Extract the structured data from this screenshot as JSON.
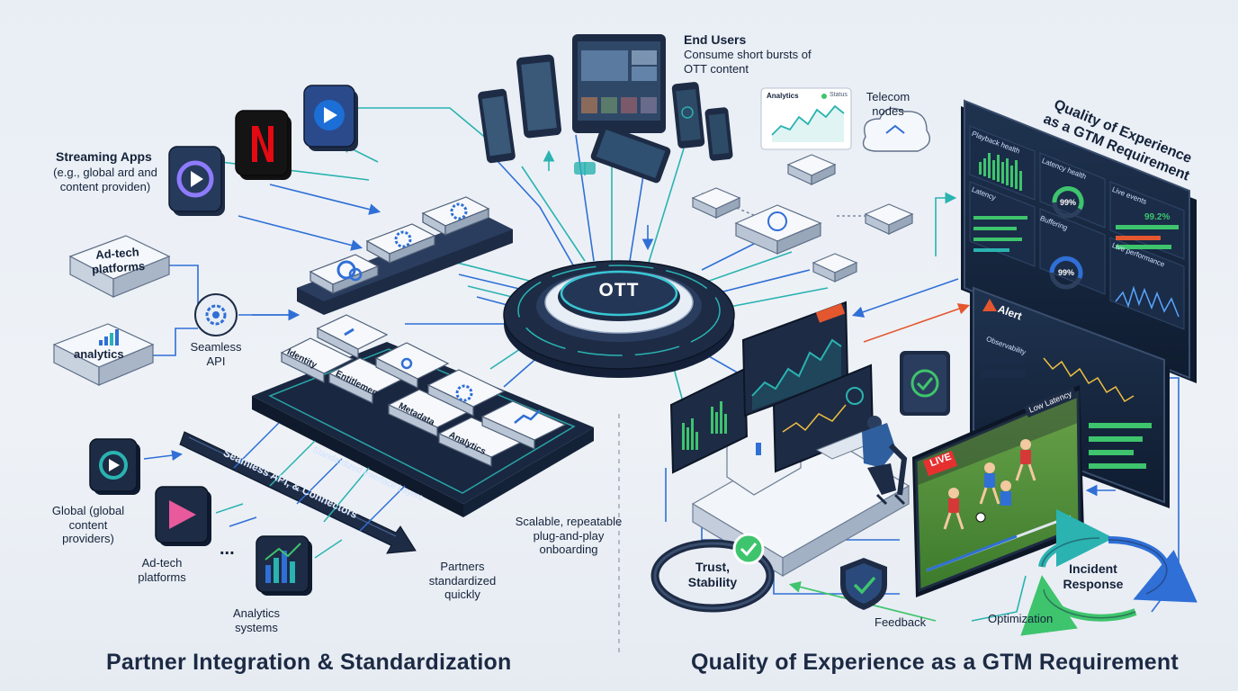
{
  "headings": {
    "left": "Partner Integration & Standardization",
    "right": "Quality of Experience as a GTM Requirement"
  },
  "hub": {
    "label": "OTT"
  },
  "left_section": {
    "streaming_apps": {
      "title": "Streaming Apps",
      "desc": "(e.g., global ard and content providen)"
    },
    "adtech_platforms_box": "Ad-tech platforms",
    "analytics_box": "analytics",
    "seamless_api": "Seamless API",
    "top_layer_tiles": [],
    "interface_layer": {
      "title": "Standardized Interface Layers",
      "tiles": [
        "Identity",
        "Entitlement",
        "Metadata",
        "Analytics"
      ]
    },
    "connectors_arrow": "Seamless API, & Connectors",
    "partners": [
      {
        "name": "Global (global content providers)"
      },
      {
        "name": "Ad-tech platforms"
      },
      {
        "name": "Analytics systems"
      }
    ],
    "ellipsis": "...",
    "scalable_note": "Scalable, repeatable plug-and-play onboarding",
    "partners_note": "Partners standardized quickly"
  },
  "top_center": {
    "end_users_title": "End Users",
    "end_users_desc": "Consume short bursts of OTT content",
    "telecom_nodes": "Telecom nodes",
    "analytics_card": {
      "title": "Analytics",
      "status": "Status"
    }
  },
  "right_section": {
    "qoe_title": "Quality of Experience as a GTM Requirement",
    "dashboard": {
      "panels": [
        {
          "title": "Playback health"
        },
        {
          "title": "Latency health",
          "value": "99%"
        },
        {
          "title": "Live events",
          "value": "99.2%"
        },
        {
          "title": "Latency"
        },
        {
          "title": "Buffering",
          "value": "99%"
        },
        {
          "title": "Live performance"
        }
      ]
    },
    "alert_panel": {
      "title": "Alert",
      "sub": "Observability"
    },
    "live_screen": {
      "badge": "LIVE",
      "tag": "Low Latency"
    },
    "trust": "Trust, Stability",
    "incident": "Incident Response",
    "feedback": "Feedback",
    "optimization": "Optimization"
  },
  "colors": {
    "navy": "#1d2b45",
    "teal": "#2ab3b0",
    "blue": "#2f6fd6",
    "green": "#3ec46d",
    "red": "#e4572e",
    "netflix_red": "#e50914"
  }
}
